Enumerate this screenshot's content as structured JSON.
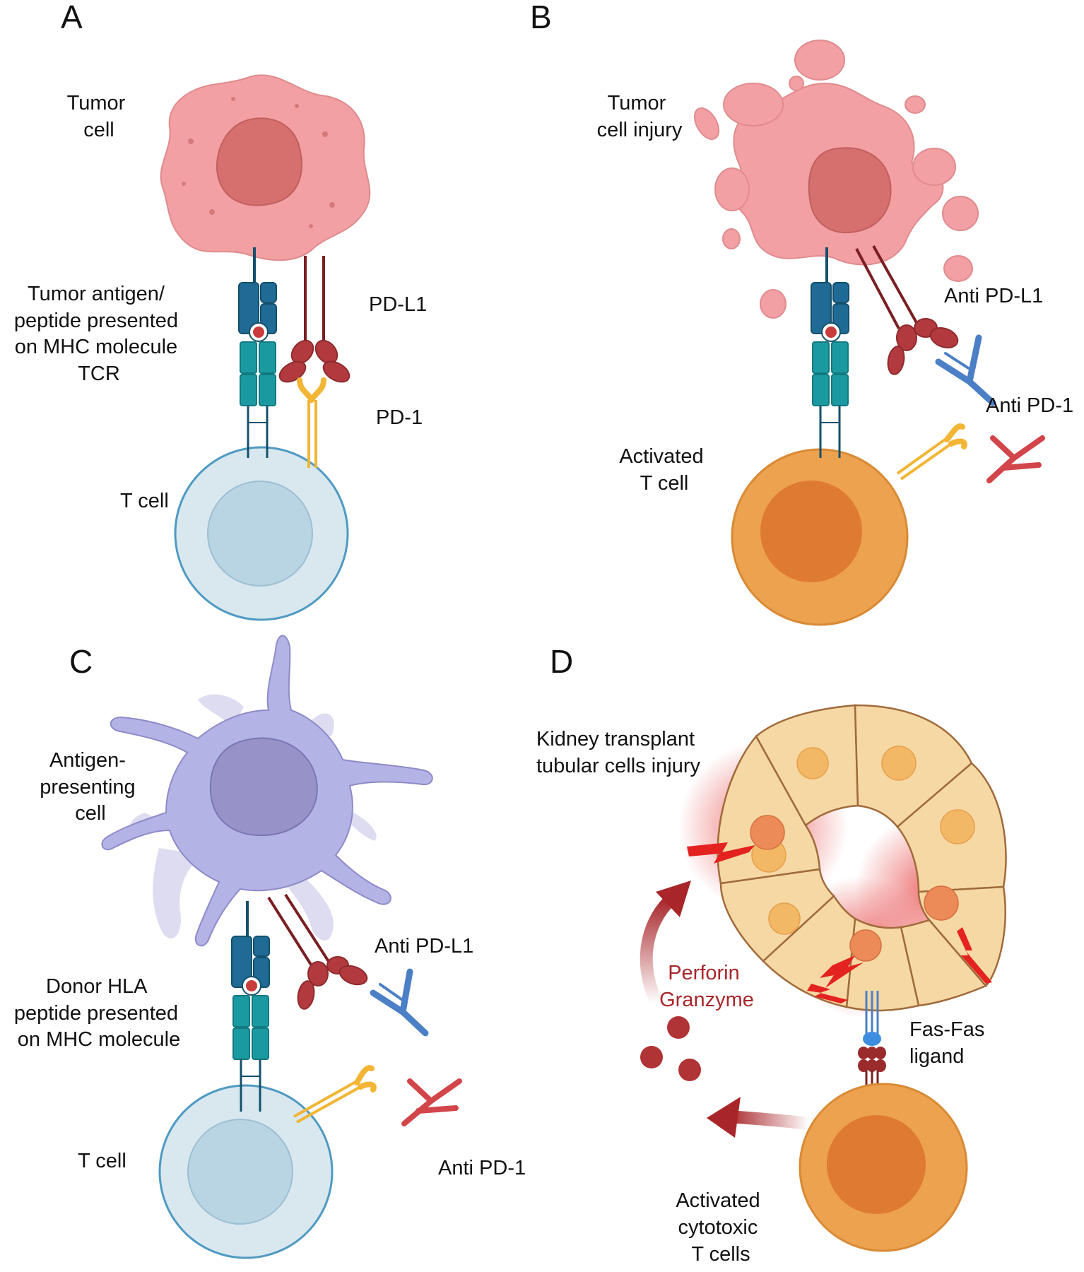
{
  "panels": {
    "a": {
      "letter": "A",
      "tumor_cell": [
        "Tumor",
        "cell"
      ],
      "antigen": [
        "Tumor antigen/",
        "peptide presented",
        "on MHC molecule",
        "TCR"
      ],
      "pdl1": "PD-L1",
      "pd1": "PD-1",
      "t_cell": "T cell"
    },
    "b": {
      "letter": "B",
      "tumor_injury": [
        "Tumor",
        "cell injury"
      ],
      "anti_pdl1": "Anti PD-L1",
      "anti_pd1": "Anti PD-1",
      "activated": [
        "Activated",
        "T cell"
      ]
    },
    "c": {
      "letter": "C",
      "apc": [
        "Antigen-",
        "presenting",
        "cell"
      ],
      "donor": [
        "Donor HLA",
        "peptide presented",
        "on MHC molecule"
      ],
      "anti_pdl1": "Anti PD-L1",
      "anti_pd1": "Anti PD-1",
      "t_cell": "T cell"
    },
    "d": {
      "letter": "D",
      "kidney": [
        "Kidney transplant",
        "tubular cells injury"
      ],
      "perforin": [
        "Perforin",
        "Granzyme"
      ],
      "fas": [
        "Fas-Fas",
        "ligand"
      ],
      "cytotoxic": [
        "Activated",
        "cytotoxic",
        "T cells"
      ]
    }
  },
  "colors": {
    "tumor": "#f2a0a3",
    "tumor_nucleus": "#d6706f",
    "t_cell": "#d9e8ef",
    "t_cell_nucleus": "#b9d4e2",
    "activated": "#eca24f",
    "activated_nucleus": "#df7a33",
    "apc": "#b4b3e6",
    "apc_nucleus": "#9793c8",
    "mhc": "#1f6b96",
    "tcr": "#1a9aa0",
    "pdl1": "#b23a3e",
    "pd1": "#f2b534",
    "anti_pdl1": "#4b7fc6",
    "anti_pd1": "#d2454a",
    "perforin_text": "#a8262a"
  }
}
